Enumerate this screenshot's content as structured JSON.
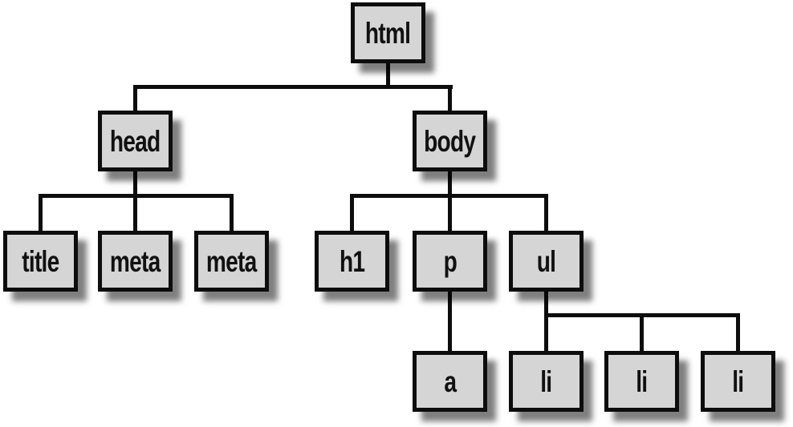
{
  "diagram": {
    "type": "tree",
    "description": "DOM tree of an HTML document",
    "background_color": "#ffffff",
    "node_fill_color": "#d5d5d5",
    "node_border_color": "#0d0d0d",
    "connector_color": "#0d0d0d",
    "text_color": "#111111",
    "nodes": {
      "html": {
        "label": "html"
      },
      "head": {
        "label": "head"
      },
      "body": {
        "label": "body"
      },
      "title": {
        "label": "title"
      },
      "meta1": {
        "label": "meta"
      },
      "meta2": {
        "label": "meta"
      },
      "h1": {
        "label": "h1"
      },
      "p": {
        "label": "p"
      },
      "ul": {
        "label": "ul"
      },
      "a": {
        "label": "a"
      },
      "li1": {
        "label": "li"
      },
      "li2": {
        "label": "li"
      },
      "li3": {
        "label": "li"
      }
    },
    "edges": [
      {
        "from": "html",
        "to": "head"
      },
      {
        "from": "html",
        "to": "body"
      },
      {
        "from": "head",
        "to": "title"
      },
      {
        "from": "head",
        "to": "meta1"
      },
      {
        "from": "head",
        "to": "meta2"
      },
      {
        "from": "body",
        "to": "h1"
      },
      {
        "from": "body",
        "to": "p"
      },
      {
        "from": "body",
        "to": "ul"
      },
      {
        "from": "p",
        "to": "a"
      },
      {
        "from": "ul",
        "to": "li1"
      },
      {
        "from": "ul",
        "to": "li2"
      },
      {
        "from": "ul",
        "to": "li3"
      }
    ]
  }
}
